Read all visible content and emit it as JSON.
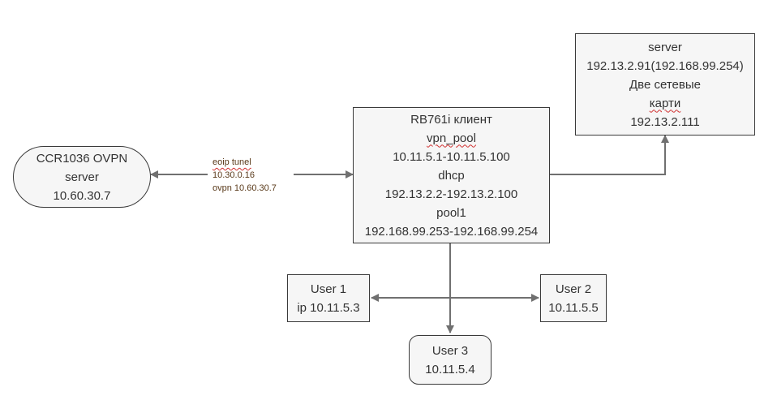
{
  "ccr_node": {
    "lines": [
      "CCR1036 OVPN",
      "server",
      "10.60.30.7"
    ]
  },
  "tunnel_label": {
    "lines": [
      "eoip tunel",
      "10.30.0.16",
      "ovpn 10.60.30.7"
    ]
  },
  "rb_node": {
    "lines": [
      "RB761i клиент",
      "vpn_pool",
      "10.11.5.1-10.11.5.100",
      "dhcp",
      "192.13.2.2-192.13.2.100",
      "pool1",
      "192.168.99.253-192.168.99.254"
    ]
  },
  "server_node": {
    "lines": [
      "server",
      "192.13.2.91(192.168.99.254)",
      "Две сетевые",
      "карти",
      "192.13.2.111"
    ]
  },
  "user1_node": {
    "lines": [
      "User 1",
      "ip 10.11.5.3"
    ]
  },
  "user2_node": {
    "lines": [
      "User 2",
      "10.11.5.5"
    ]
  },
  "user3_node": {
    "lines": [
      "User 3",
      "10.11.5.4"
    ]
  },
  "colors": {
    "stroke": "#3a3a3a",
    "arrow": "#707070",
    "node_fill": "#f6f6f6",
    "spell_underline": "#d03030"
  }
}
